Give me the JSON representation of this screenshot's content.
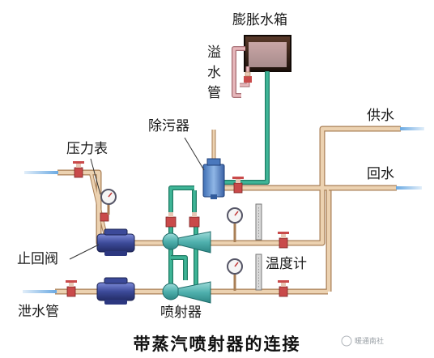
{
  "labels": {
    "expansion_tank": "膨胀水箱",
    "overflow_pipe": [
      "溢",
      "水",
      "管"
    ],
    "supply": "供水",
    "return": "回水",
    "strainer": "除污器",
    "pressure_gauge": "压力表",
    "check_valve": "止回阀",
    "thermometer": "温度计",
    "drain_pipe": "泄水管",
    "ejector": "喷射器",
    "caption": "带蒸汽喷射器的连接",
    "watermark": "暖通南社"
  },
  "colors": {
    "pipe_tan": "#e3c29d",
    "pipe_tan_edge": "#a97f56",
    "pipe_green": "#2e9e83",
    "pipe_pink": "#dca1a6",
    "water_blue": "#5aa7df",
    "valve_body": "#3c4a99",
    "valve_handle": "#c23b3b",
    "ejector": "#58b3b0",
    "tank": "#2a1a12"
  }
}
